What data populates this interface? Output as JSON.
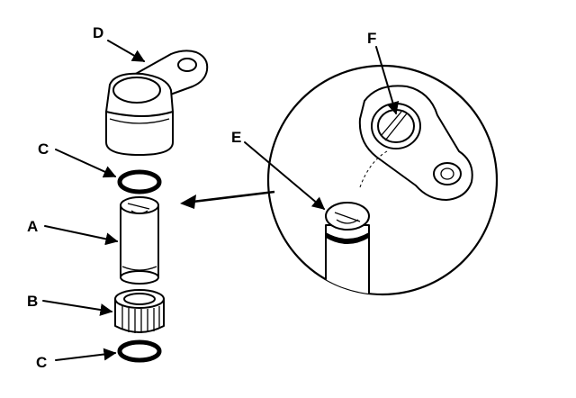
{
  "labels": {
    "a": "A",
    "b": "B",
    "c_top": "C",
    "c_bottom": "C",
    "d": "D",
    "e": "E",
    "f": "F"
  }
}
